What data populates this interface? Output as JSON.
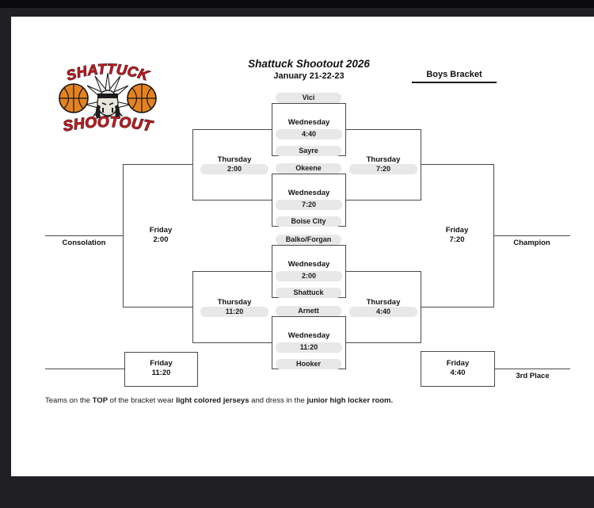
{
  "header": {
    "title": "Shattuck Shootout 2026",
    "subtitle": "January 21-22-23",
    "bracket_label": "Boys Bracket"
  },
  "logo": {
    "top_text": "SHATTUCK",
    "bottom_text": "SHOOTOUT"
  },
  "bracket": {
    "games": [
      {
        "top_team": "Vici",
        "bottom_team": "Sayre",
        "day": "Wednesday",
        "time": "4:40"
      },
      {
        "top_team": "Okeene",
        "bottom_team": "Boise City",
        "day": "Wednesday",
        "time": "7:20"
      },
      {
        "top_team": "Balko/Forgan",
        "bottom_team": "Shattuck",
        "day": "Wednesday",
        "time": "2:00"
      },
      {
        "top_team": "Arnett",
        "bottom_team": "Hooker",
        "day": "Wednesday",
        "time": "11:20"
      }
    ],
    "semis": {
      "left_top": {
        "day": "Thursday",
        "time": "2:00"
      },
      "right_top": {
        "day": "Thursday",
        "time": "7:20"
      },
      "left_bottom": {
        "day": "Thursday",
        "time": "11:20"
      },
      "right_bottom": {
        "day": "Thursday",
        "time": "4:40"
      }
    },
    "finals": {
      "consolation": {
        "day": "Friday",
        "time": "2:00",
        "label": "Consolation"
      },
      "champion": {
        "day": "Friday",
        "time": "7:20",
        "label": "Champion"
      },
      "bottom_left": {
        "day": "Friday",
        "time": "11:20"
      },
      "third_place": {
        "day": "Friday",
        "time": "4:40",
        "label": "3rd Place"
      }
    }
  },
  "footer": {
    "part1": "Teams on the ",
    "bold1": "TOP",
    "part2": " of the bracket wear ",
    "bold2": "light colored jerseys",
    "part3": " and dress in the ",
    "bold3": "junior high locker room."
  },
  "colors": {
    "accent_red": "#c41a1f",
    "basketball_orange": "#e5821f",
    "line_gray": "#4a4a4a",
    "field_gray": "#e8e8e8",
    "page_bg": "#ffffff",
    "outer_bg": "#202024"
  }
}
